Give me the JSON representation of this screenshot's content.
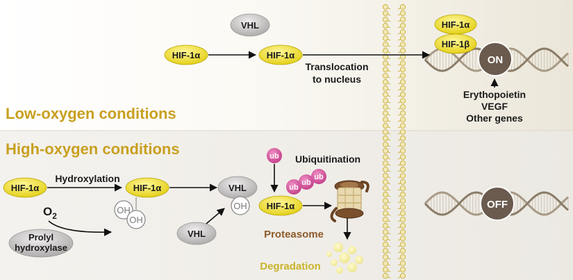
{
  "conditions": {
    "low": "Low-oxygen conditions",
    "high": "High-oxygen conditions"
  },
  "proteins": {
    "hif1a": "HIF-1α",
    "hif1b": "HIF-1β",
    "vhl": "VHL",
    "oh": "OH",
    "ub": "ub",
    "o2_symbol": "O",
    "o2_subscript": "2",
    "prolyl_line1": "Prolyl",
    "prolyl_line2": "hydroxylase"
  },
  "labels": {
    "translocation_line1": "Translocation",
    "translocation_line2": "to nucleus",
    "hydroxylation": "Hydroxylation",
    "ubiquitination": "Ubiquitination",
    "proteasome": "Proteasome",
    "degradation": "Degradation"
  },
  "genes": {
    "on": "ON",
    "off": "OFF",
    "target_genes": [
      "Erythopoietin",
      "VEGF",
      "Other genes"
    ]
  },
  "colors": {
    "hif": "#f2e21c",
    "vhl": "#c9c7c7",
    "ub": "#d5559d",
    "condition_text": "#c8a020",
    "proteasome_text": "#8b5a2b",
    "degradation_text": "#c9b42a",
    "gene_ring": "#6b5a4e"
  }
}
